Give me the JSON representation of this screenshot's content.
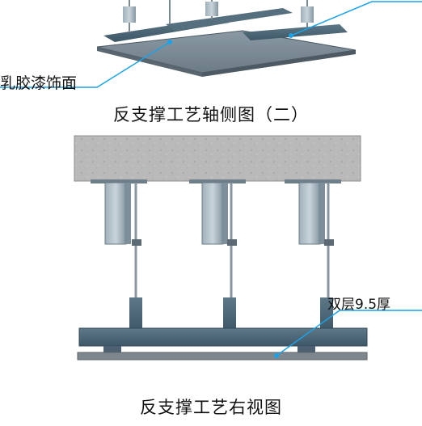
{
  "labels": {
    "latex_paint_surface": "乳胶漆饰面",
    "double_layer_board": "双层9.5厚"
  },
  "titles": {
    "axonometric": "反支撑工艺轴侧图（二）",
    "right_view": "反支撑工艺右视图"
  },
  "colors": {
    "callout_line": "#1aa3e8",
    "steel": "#4f6878",
    "concrete": "#b8b8b8",
    "board": "#7e878d"
  }
}
